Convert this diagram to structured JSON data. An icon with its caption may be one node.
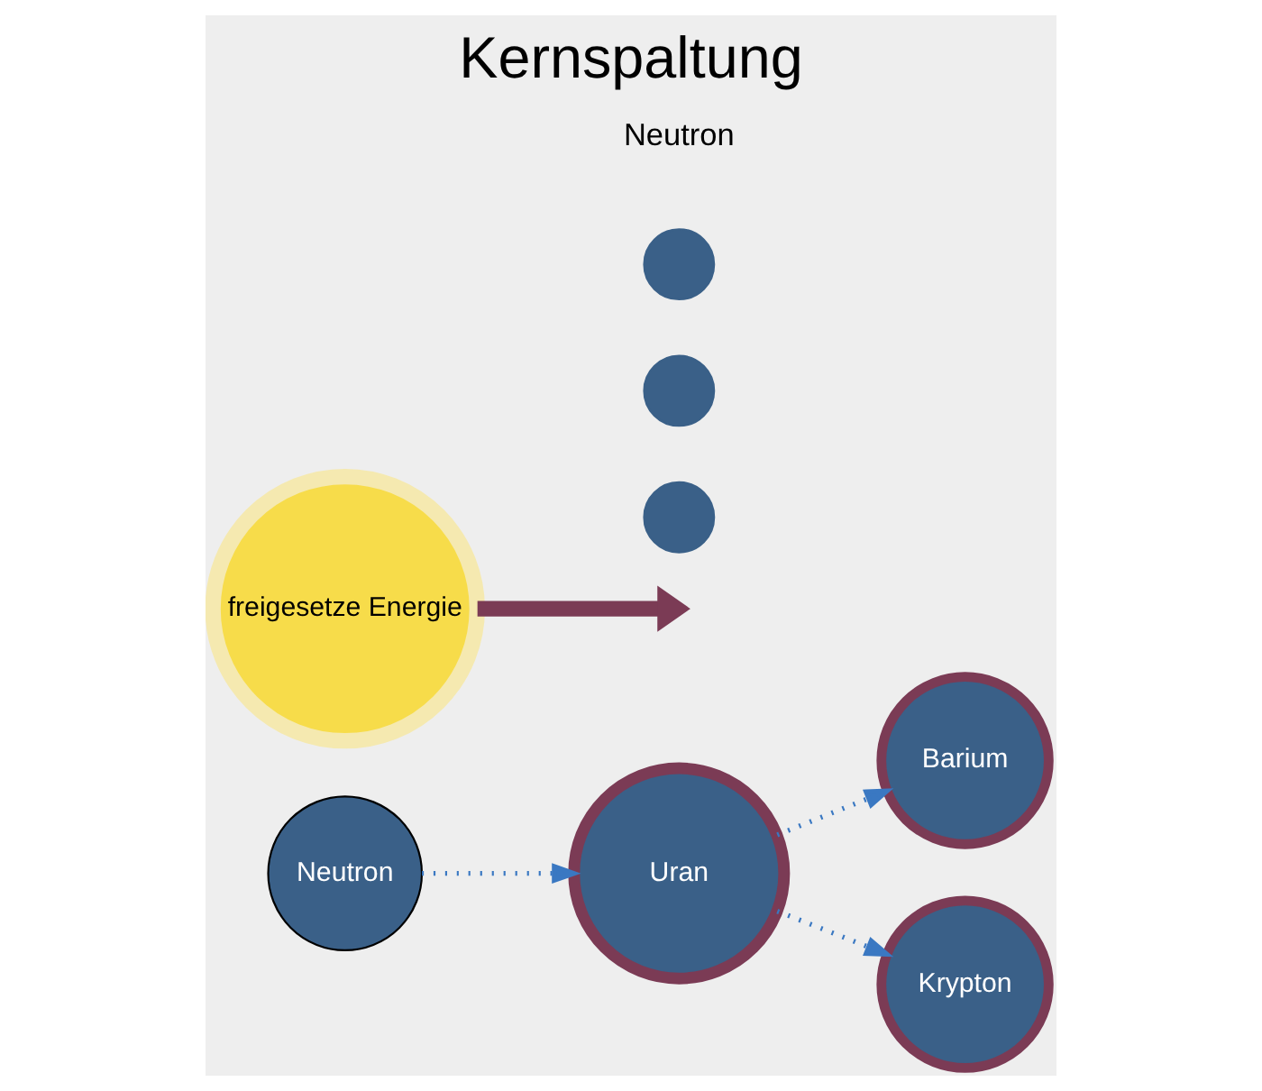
{
  "diagram": {
    "title": "Kernspaltung",
    "nodes": [
      {
        "text": [
          "Neutron"
        ]
      },
      {
        "text": [
          "Uran"
        ]
      },
      {
        "text": [
          "freigesetze Energie"
        ]
      },
      {
        "text": [
          "Barium"
        ]
      },
      {
        "text": [
          "Krypton"
        ]
      },
      {
        "text": [],
        "shape": "circle"
      },
      {
        "text": [],
        "shape": "circle"
      },
      {
        "text": [],
        "shape": "circle"
      }
    ],
    "edges": [
      {
        "from": 0,
        "to": 1,
        "arrow": "to",
        "style": "dashed"
      },
      {
        "from": 1,
        "to": 3,
        "arrow": "to",
        "style": "dashed"
      },
      {
        "from": 1,
        "to": 4,
        "arrow": "to",
        "style": "dashed"
      },
      {
        "from": 2,
        "to": null,
        "arrow": "to",
        "style": "thick",
        "color": "#7b3b55"
      }
    ],
    "labels": [
      "Neutron"
    ]
  }
}
